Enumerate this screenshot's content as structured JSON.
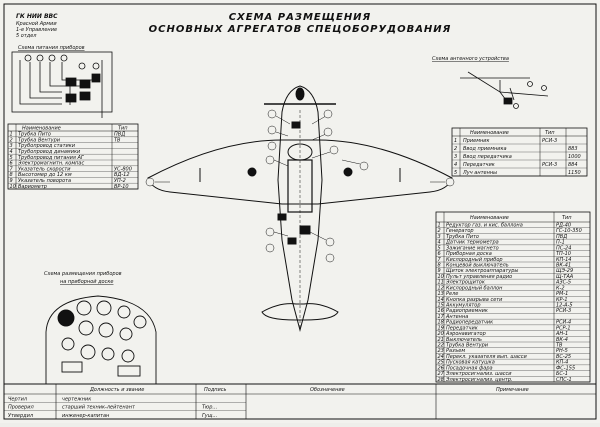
{
  "corner_org": {
    "line1": "ГК НИИ ВВС",
    "line2": "Красной Армии",
    "line3": "1-е Управление",
    "line4": "5 отдел"
  },
  "title": {
    "line1": "СХЕМА РАЗМЕЩЕНИЯ",
    "line2": "ОСНОВНЫХ АГРЕГАТОВ СПЕЦОБОРУДОВАНИЯ"
  },
  "pitot_section": {
    "caption": "Схема питания приборов",
    "col_name": "Наименование",
    "col_type": "Тип",
    "rows": [
      {
        "n": "1",
        "name": "Трубка Пито",
        "type": "ПВД"
      },
      {
        "n": "2",
        "name": "Трубка Вентури",
        "type": "ТВ"
      },
      {
        "n": "3",
        "name": "Трубопровод статики",
        "type": ""
      },
      {
        "n": "4",
        "name": "Трубопровод динамики",
        "type": ""
      },
      {
        "n": "5",
        "name": "Трубопровод питания АГ",
        "type": ""
      },
      {
        "n": "6",
        "name": "Электромагнитн. компас",
        "type": ""
      },
      {
        "n": "7",
        "name": "Указатель скорости",
        "type": "УС-800"
      },
      {
        "n": "8",
        "name": "Высотомер до 12 км",
        "type": "ВД-12"
      },
      {
        "n": "9",
        "name": "Указатель поворота",
        "type": "УП-2"
      },
      {
        "n": "10",
        "name": "Вариометр",
        "type": "ВР-10"
      }
    ]
  },
  "antenna_section": {
    "caption": "Схема антенного устройства",
    "col_name": "Наименование",
    "col_type": "Тип",
    "rows": [
      {
        "n": "1",
        "name": "Приемник",
        "type": "РСИ-3",
        "code": ""
      },
      {
        "n": "2",
        "name": "Ввод приемника",
        "type": "",
        "code": "883"
      },
      {
        "n": "3",
        "name": "Ввод передатчика",
        "type": "",
        "code": "1000"
      },
      {
        "n": "4",
        "name": "Передатчик",
        "type": "РСИ-3",
        "code": "884"
      },
      {
        "n": "5",
        "name": "Луч антенны",
        "type": "",
        "code": "1150"
      }
    ]
  },
  "panel_section": {
    "caption_line1": "Схема размещения приборов",
    "caption_line2": "на приборной доске"
  },
  "equipment_table": {
    "col_name": "Наименование",
    "col_type": "Тип",
    "rows": [
      {
        "n": "1",
        "name": "Редуктор газ. и кис. баллона",
        "type": "РД-40"
      },
      {
        "n": "2",
        "name": "Генератор",
        "type": "ГС-10-350"
      },
      {
        "n": "3",
        "name": "Трубка Пито",
        "type": "ПВД"
      },
      {
        "n": "4",
        "name": "Датчик термометра",
        "type": "П-1"
      },
      {
        "n": "5",
        "name": "Зажигание магнето",
        "type": "ПС-24"
      },
      {
        "n": "6",
        "name": "Приборная доска",
        "type": "ТП-10"
      },
      {
        "n": "7",
        "name": "Кислородный прибор",
        "type": "КП-14"
      },
      {
        "n": "8",
        "name": "Концевой выключатель",
        "type": "ВК-41"
      },
      {
        "n": "9",
        "name": "Щиток электроаппаратуры",
        "type": "ЩЭ-29"
      },
      {
        "n": "10",
        "name": "Пульт управления радио",
        "type": "Щ-ТАА"
      },
      {
        "n": "11",
        "name": "Электрощиток",
        "type": "АЗС-5"
      },
      {
        "n": "12",
        "name": "Кислородный баллон",
        "type": "К-2"
      },
      {
        "n": "13",
        "name": "Реле",
        "type": "РМ-1"
      },
      {
        "n": "14",
        "name": "Кнопка разрыва сети",
        "type": "КР-1"
      },
      {
        "n": "15",
        "name": "Аккумулятор",
        "type": "12-А-5"
      },
      {
        "n": "16",
        "name": "Радиоприемник",
        "type": "РСИ-3"
      },
      {
        "n": "17",
        "name": "Антенна",
        "type": ""
      },
      {
        "n": "18",
        "name": "Радиопередатчик",
        "type": "РСИ-4"
      },
      {
        "n": "19",
        "name": "Передатчик",
        "type": "РСР-1"
      },
      {
        "n": "20",
        "name": "Аэронавигатор",
        "type": "АН-1"
      },
      {
        "n": "21",
        "name": "Выключатель",
        "type": "ВК-4"
      },
      {
        "n": "22",
        "name": "Трубка Вентури",
        "type": "ТВ"
      },
      {
        "n": "23",
        "name": "Разъем",
        "type": "РН-5"
      },
      {
        "n": "24",
        "name": "Перекл. указателя вып. шасси",
        "type": "ВС-25"
      },
      {
        "n": "25",
        "name": "Пусковая катушка",
        "type": "КП-4"
      },
      {
        "n": "26",
        "name": "Посадочная фара",
        "type": "ФС-155"
      },
      {
        "n": "27",
        "name": "Электросигнализ. шасси",
        "type": "БС-1"
      },
      {
        "n": "28",
        "name": "Электросигнализ. центр.",
        "type": "СПС-1"
      }
    ]
  },
  "title_block": {
    "col_duty": "Должность и звание",
    "col_sign": "Подпись",
    "col_desig": "Обозначение",
    "col_note": "Примечание",
    "rows": [
      {
        "role": "Чертил",
        "duty": "чертежник",
        "sign": ""
      },
      {
        "role": "Проверил",
        "duty": "старший техник-лейтенант",
        "sign": "Тюр..."
      },
      {
        "role": "Утвердил",
        "duty": "инженер-капитан",
        "sign": "Гущ..."
      }
    ]
  },
  "colors": {
    "ink": "#111111",
    "paper": "#f2f2ee"
  }
}
